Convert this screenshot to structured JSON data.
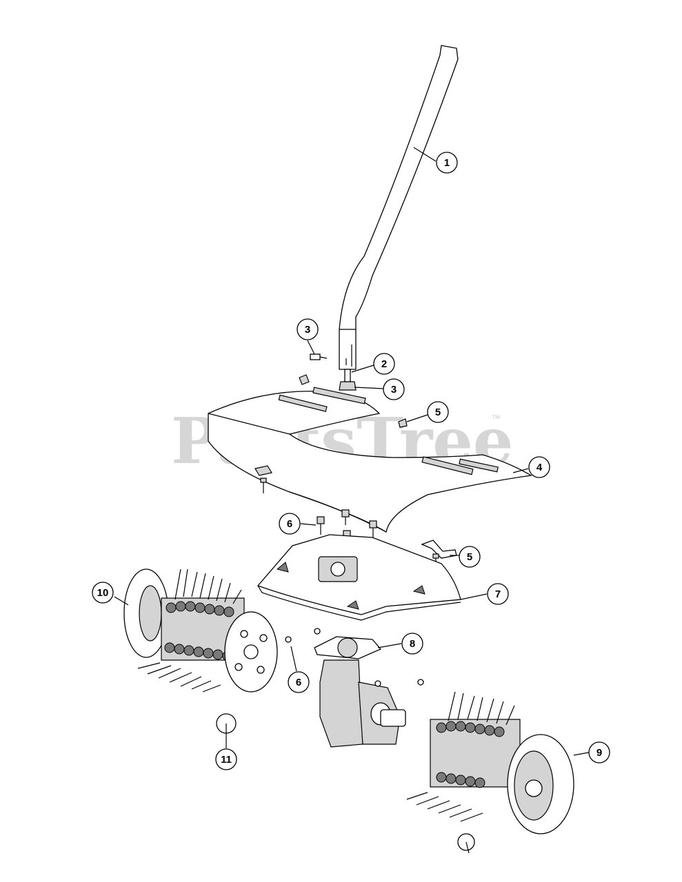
{
  "watermark": {
    "text": "PartsTree",
    "trademark": "™"
  },
  "callouts": [
    {
      "id": "c1",
      "label": "1"
    },
    {
      "id": "c2",
      "label": "2"
    },
    {
      "id": "c3a",
      "label": "3"
    },
    {
      "id": "c3b",
      "label": "3"
    },
    {
      "id": "c4",
      "label": "4"
    },
    {
      "id": "c5a",
      "label": "5"
    },
    {
      "id": "c5b",
      "label": "5"
    },
    {
      "id": "c6a",
      "label": "6"
    },
    {
      "id": "c6b",
      "label": "6"
    },
    {
      "id": "c7",
      "label": "7"
    },
    {
      "id": "c8",
      "label": "8"
    },
    {
      "id": "c9",
      "label": "9"
    },
    {
      "id": "c10",
      "label": "10"
    },
    {
      "id": "c11",
      "label": "11"
    }
  ]
}
